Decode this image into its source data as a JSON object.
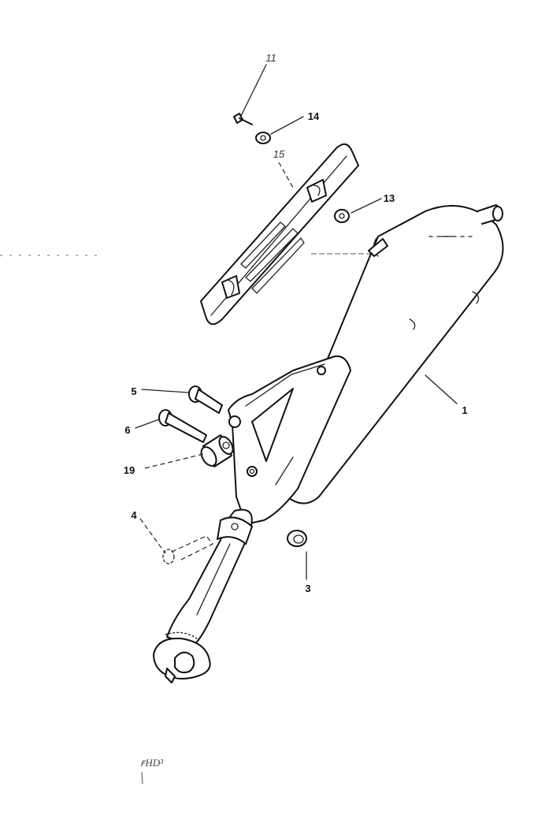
{
  "callouts": [
    {
      "id": "11",
      "label": "11"
    },
    {
      "id": "14",
      "label": "14"
    },
    {
      "id": "15",
      "label": "15"
    },
    {
      "id": "13",
      "label": "13"
    },
    {
      "id": "5",
      "label": "5"
    },
    {
      "id": "6",
      "label": "6"
    },
    {
      "id": "1",
      "label": "1"
    },
    {
      "id": "19",
      "label": "19"
    },
    {
      "id": "4",
      "label": "4"
    },
    {
      "id": "3",
      "label": "3"
    }
  ],
  "footer": {
    "code": "ꜰHD³"
  }
}
